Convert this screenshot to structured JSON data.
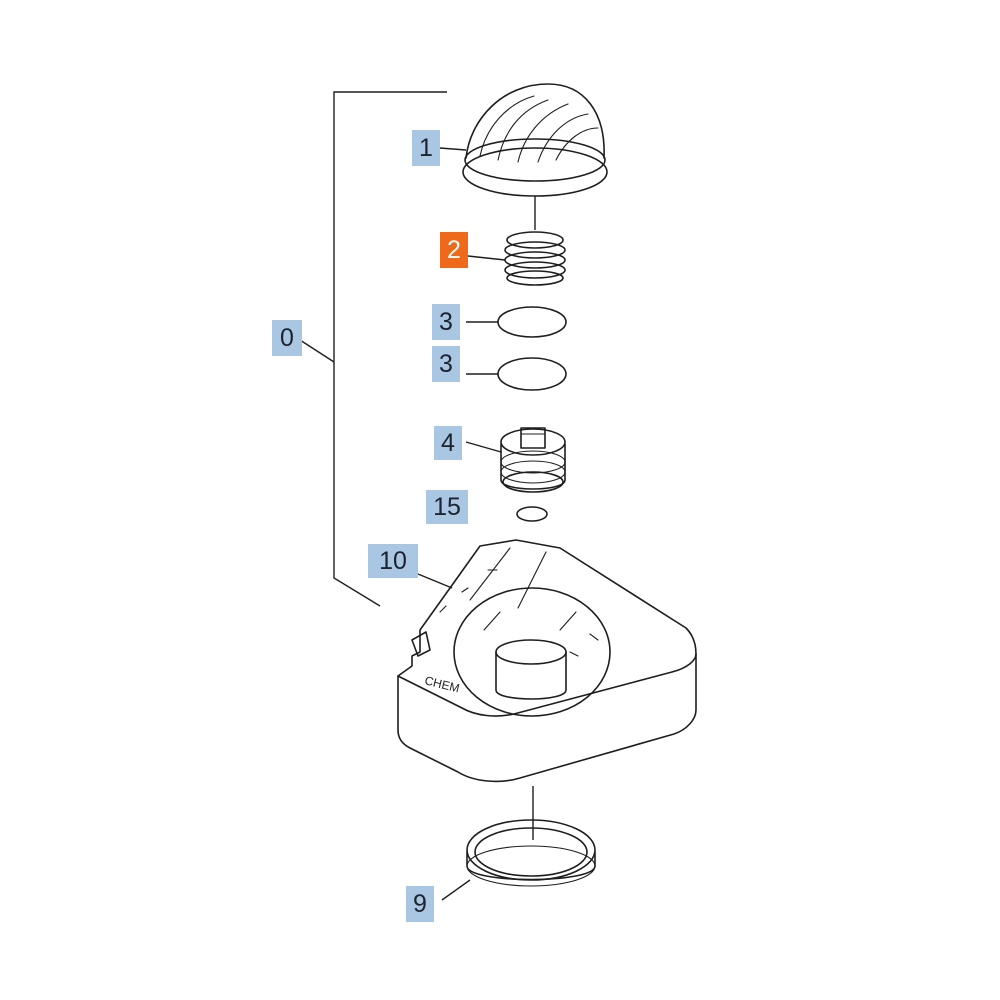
{
  "diagram": {
    "callouts": [
      {
        "id": "callout-0",
        "label": "0",
        "highlight": false
      },
      {
        "id": "callout-1",
        "label": "1",
        "highlight": false
      },
      {
        "id": "callout-2",
        "label": "2",
        "highlight": true
      },
      {
        "id": "callout-3a",
        "label": "3",
        "highlight": false
      },
      {
        "id": "callout-3b",
        "label": "3",
        "highlight": false
      },
      {
        "id": "callout-4",
        "label": "4",
        "highlight": false
      },
      {
        "id": "callout-15",
        "label": "15",
        "highlight": false
      },
      {
        "id": "callout-10",
        "label": "10",
        "highlight": false
      },
      {
        "id": "callout-9",
        "label": "9",
        "highlight": false
      }
    ],
    "housing_marking": "CHEM",
    "colors": {
      "callout_fill": "#a9c6e3",
      "callout_highlight_fill": "#ee6a1a",
      "callout_text": "#1d2430",
      "callout_highlight_text": "#ffffff",
      "line": "#1e1e1e"
    }
  }
}
